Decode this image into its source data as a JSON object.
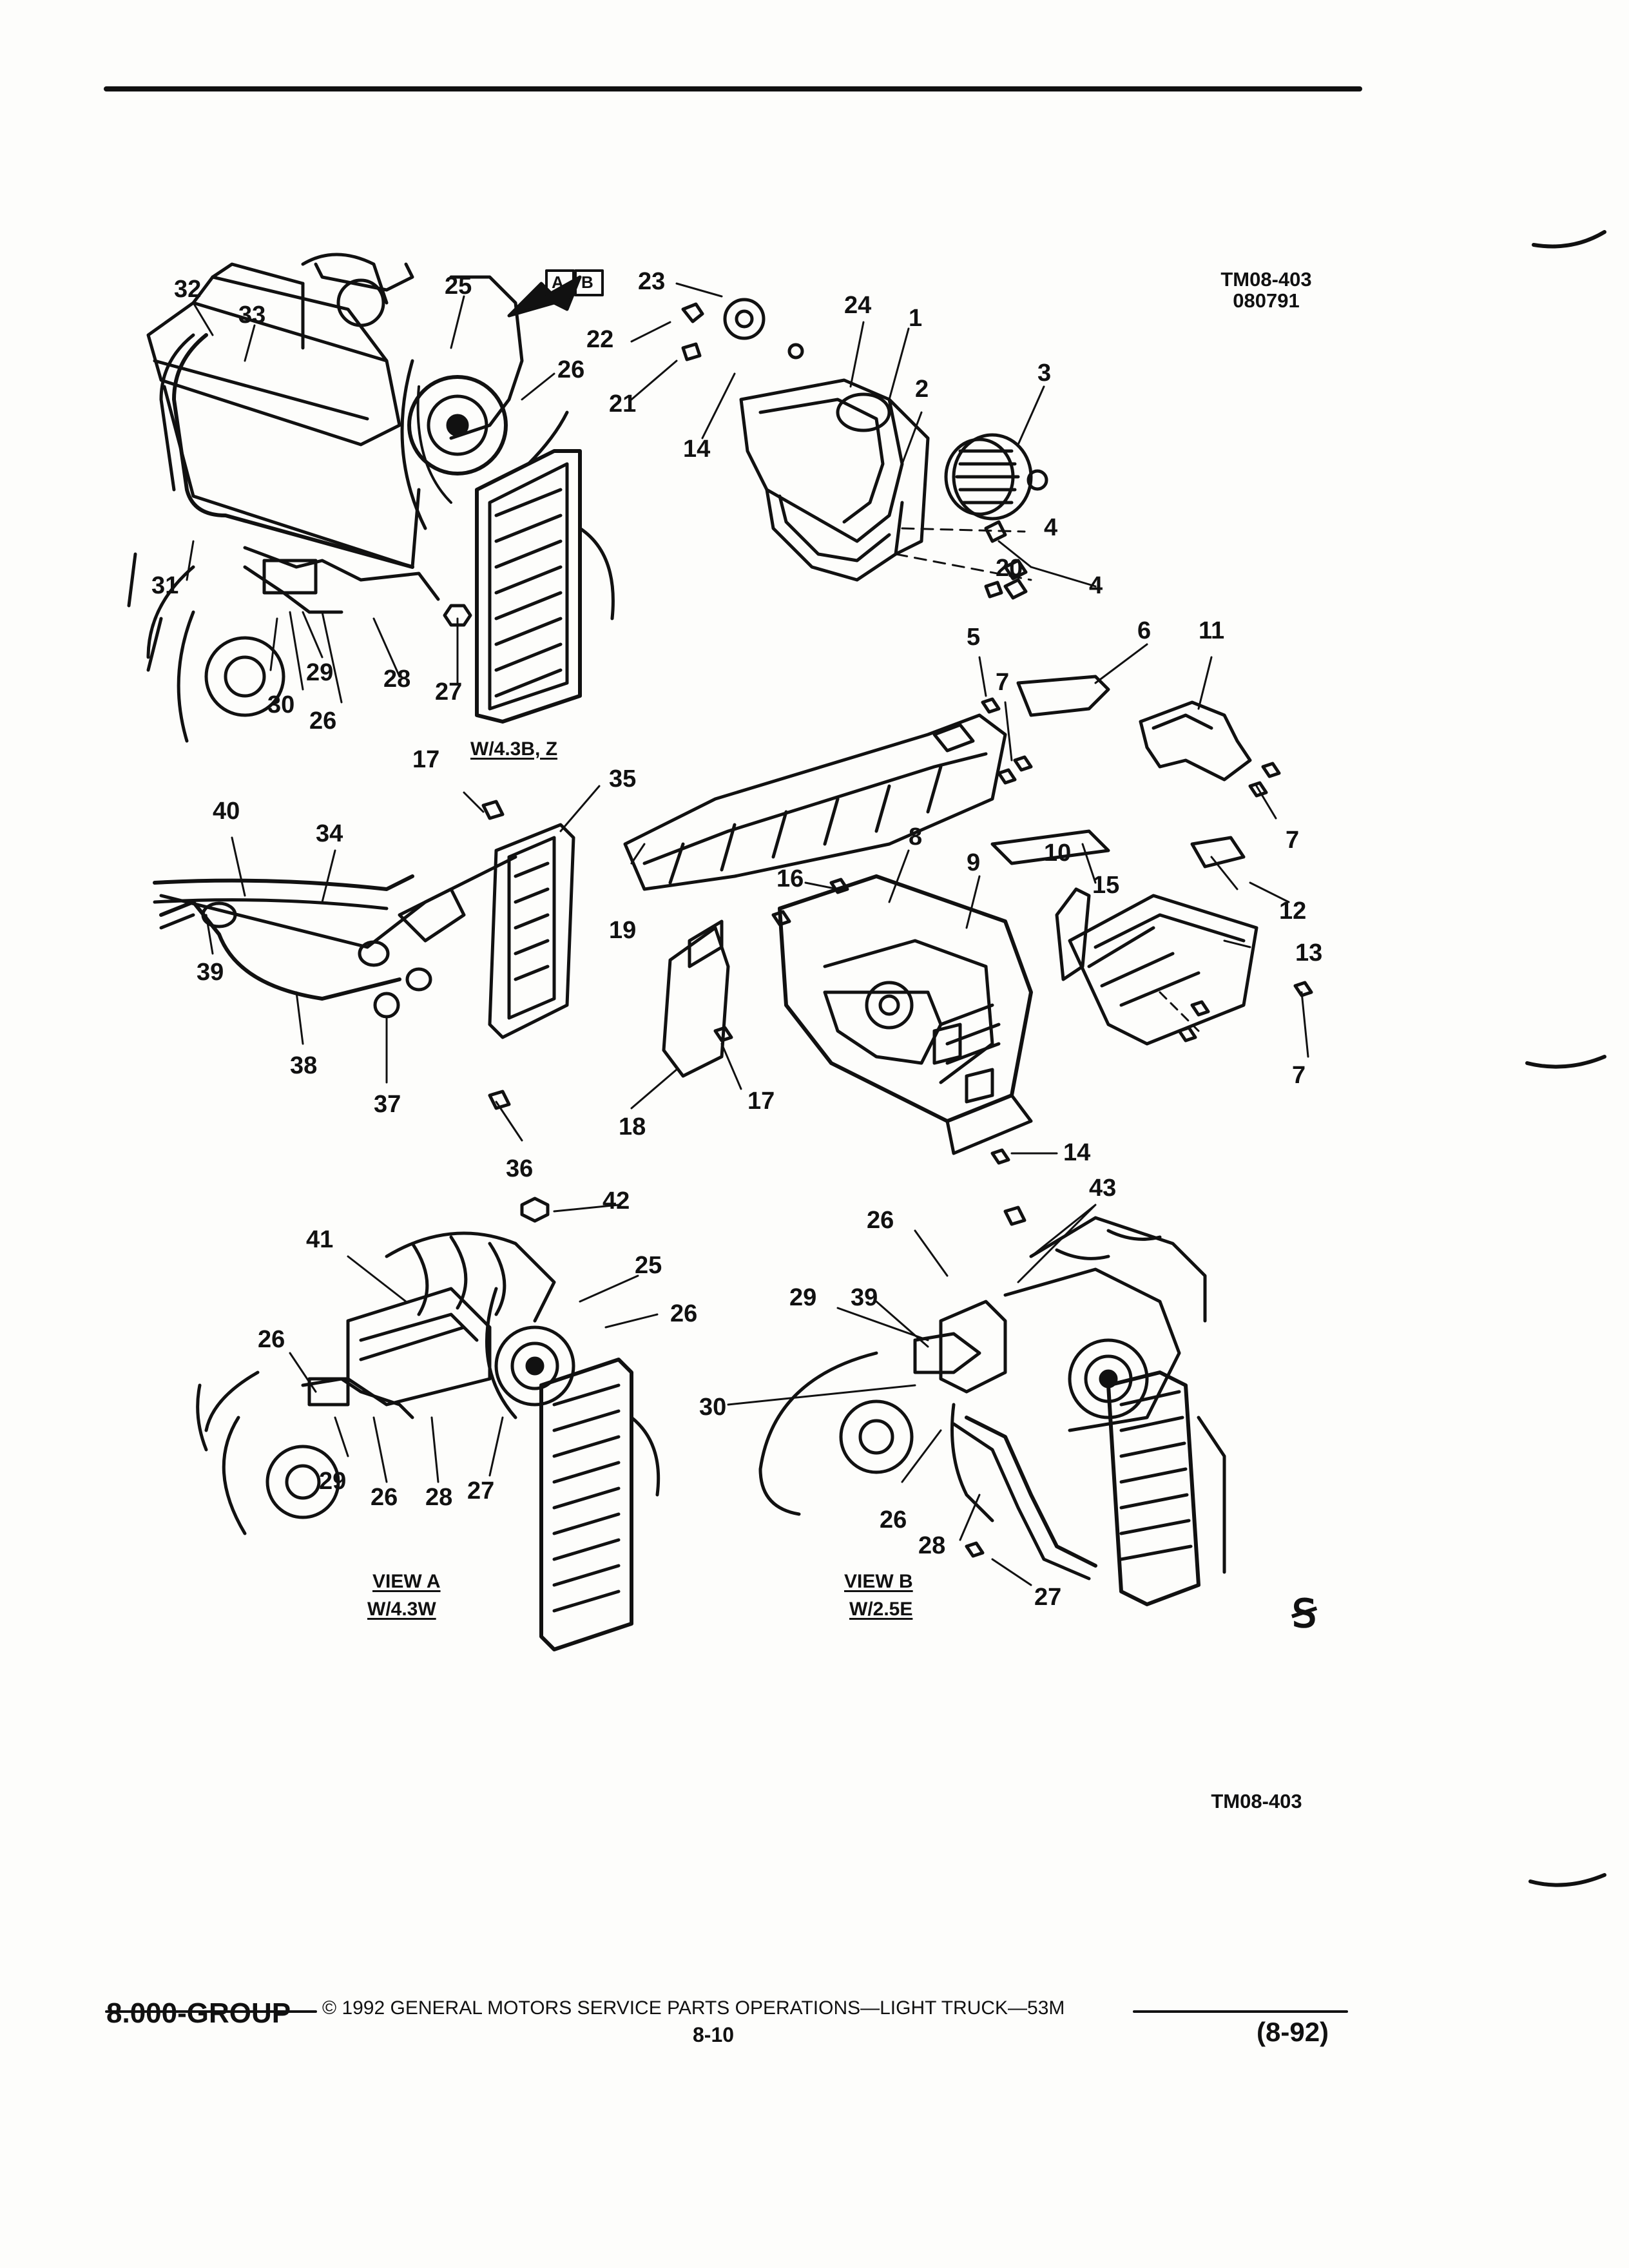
{
  "header": {
    "figure_code": "TM08-403",
    "figure_date": "080791"
  },
  "views": {
    "main_caption": "W/4.3B, Z",
    "view_a_title": "VIEW A",
    "view_a_caption": "W/4.3W",
    "view_b_title": "VIEW B",
    "view_b_caption": "W/2.5E",
    "view_letters": [
      "A",
      "B"
    ]
  },
  "callouts": {
    "n1": "1",
    "n2": "2",
    "n3": "3",
    "n4a": "4",
    "n4b": "4",
    "n5": "5",
    "n6": "6",
    "n7a": "7",
    "n7b": "7",
    "n7c": "7",
    "n8": "8",
    "n9": "9",
    "n10": "10",
    "n11": "11",
    "n12": "12",
    "n13": "13",
    "n14a": "14",
    "n14b": "14",
    "n15": "15",
    "n16": "16",
    "n17a": "17",
    "n17b": "17",
    "n18": "18",
    "n19": "19",
    "n20": "20",
    "n21": "21",
    "n22": "22",
    "n23": "23",
    "n24": "24",
    "n25a": "25",
    "n25b": "25",
    "n26a": "26",
    "n26b": "26",
    "n26c": "26",
    "n26d": "26",
    "n26e": "26",
    "n26f": "26",
    "n26g": "26",
    "n27a": "27",
    "n27b": "27",
    "n27c": "27",
    "n28a": "28",
    "n28b": "28",
    "n28c": "28",
    "n29a": "29",
    "n29b": "29",
    "n29c": "29",
    "n30a": "30",
    "n30b": "30",
    "n31": "31",
    "n32": "32",
    "n33": "33",
    "n34": "34",
    "n35": "35",
    "n36": "36",
    "n37": "37",
    "n38": "38",
    "n39a": "39",
    "n39b": "39",
    "n40": "40",
    "n41": "41",
    "n42": "42",
    "n43": "43"
  },
  "bottom_code": "TM08-403",
  "footer": {
    "group": "8.000-GROUP",
    "copyright": "© 1992 GENERAL MOTORS SERVICE PARTS OPERATIONS—LIGHT TRUCK—53M",
    "page_number": "8-10",
    "revision": "(8-92)"
  },
  "logo_text": "Ꞩ"
}
